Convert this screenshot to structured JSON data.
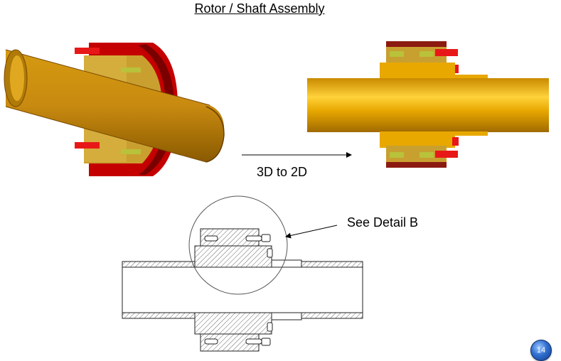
{
  "title": "Rotor / Shaft Assembly",
  "caption": "3D to 2D",
  "callout": "See Detail B",
  "page_number": "14",
  "colors": {
    "shaft_gold": "#e8a800",
    "rotor_yellow": "#d9b23a",
    "rim_red": "#e01818",
    "rim_dark": "#8a0000",
    "hatch": "#555555"
  }
}
